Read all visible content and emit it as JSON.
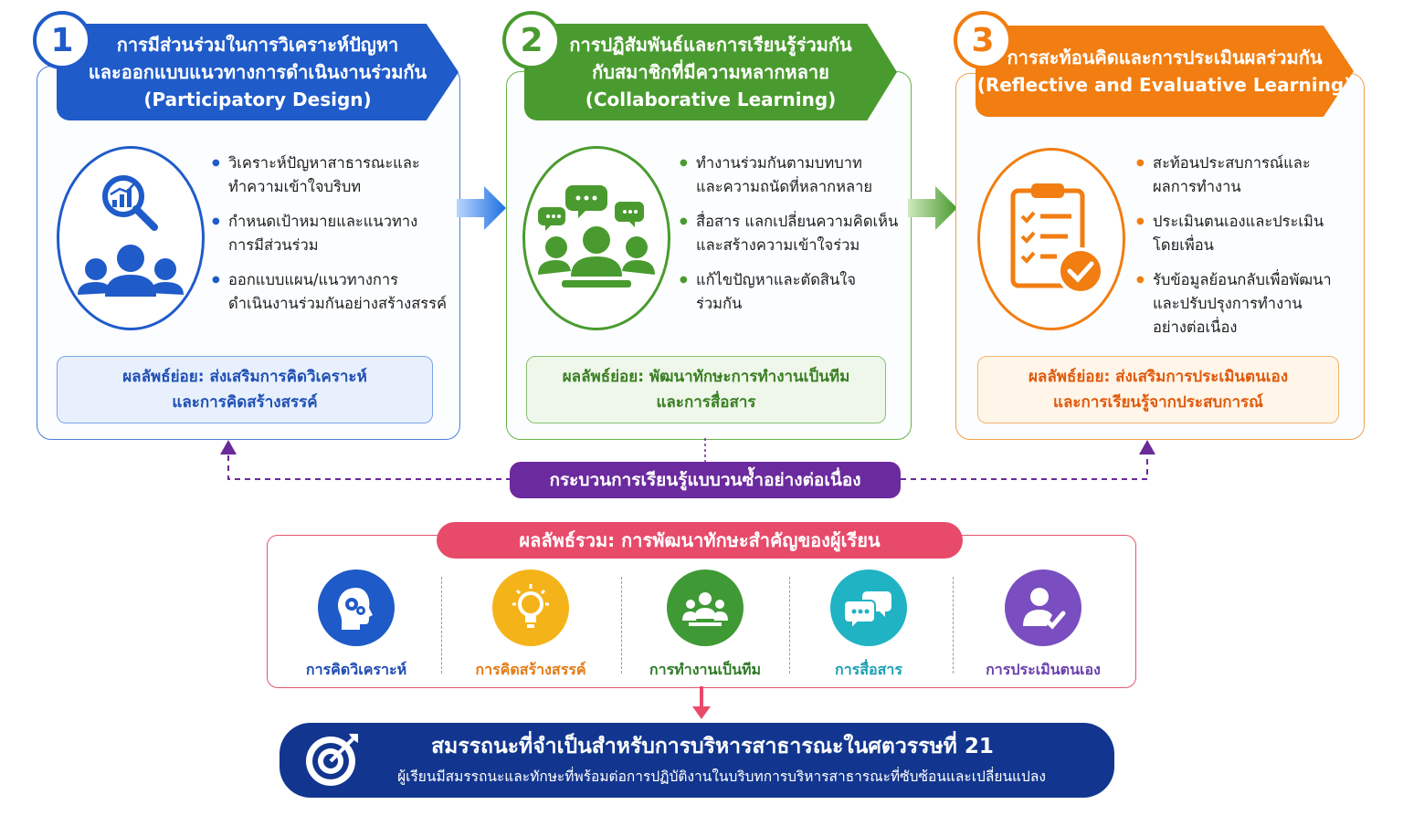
{
  "steps": [
    {
      "number": "1",
      "title_lines": [
        "การมีส่วนร่วมในการวิเคราะห์ปัญหา",
        "และออกแบบแนวทางการดำเนินงานร่วมกัน",
        "(Participatory Design)"
      ],
      "bullets": [
        [
          "วิเคราะห์ปัญหาสาธารณะและ",
          "ทำความเข้าใจบริบท"
        ],
        [
          "กำหนดเป้าหมายและแนวทาง",
          "การมีส่วนร่วม"
        ],
        [
          "ออกแบบแผน/แนวทางการ",
          "ดำเนินงานร่วมกันอย่างสร้างสรรค์"
        ]
      ],
      "outcome_lines": [
        "ผลลัพธ์ย่อย: ส่งเสริมการคิดวิเคราะห์",
        "และการคิดสร้างสรรค์"
      ],
      "icon": "analysis-people-icon",
      "color": "#1e5ac8"
    },
    {
      "number": "2",
      "title_lines": [
        "การปฏิสัมพันธ์และการเรียนรู้ร่วมกัน",
        "กับสมาชิกที่มีความหลากหลาย",
        "(Collaborative Learning)"
      ],
      "bullets": [
        [
          "ทำงานร่วมกันตามบทบาท",
          "และความถนัดที่หลากหลาย"
        ],
        [
          "สื่อสาร แลกเปลี่ยนความคิดเห็น",
          "และสร้างความเข้าใจร่วม"
        ],
        [
          "แก้ไขปัญหาและตัดสินใจ",
          "ร่วมกัน"
        ]
      ],
      "outcome_lines": [
        "ผลลัพธ์ย่อย: พัฒนาทักษะการทำงานเป็นทีม",
        "และการสื่อสาร"
      ],
      "icon": "team-chat-icon",
      "color": "#4a9b2f"
    },
    {
      "number": "3",
      "title_lines": [
        "การสะท้อนคิดและการประเมินผลร่วมกัน",
        "(Reflective and Evaluative Learning)"
      ],
      "bullets": [
        [
          "สะท้อนประสบการณ์และ",
          "ผลการทำงาน"
        ],
        [
          "ประเมินตนเองและประเมิน",
          "โดยเพื่อน"
        ],
        [
          "รับข้อมูลย้อนกลับเพื่อพัฒนา",
          "และปรับปรุงการทำงาน",
          "อย่างต่อเนื่อง"
        ]
      ],
      "outcome_lines": [
        "ผลลัพธ์ย่อย: ส่งเสริมการประเมินตนเอง",
        "และการเรียนรู้จากประสบการณ์"
      ],
      "icon": "checklist-icon",
      "color": "#f07c12"
    }
  ],
  "cycle_label": "กระบวนการเรียนรู้แบบวนซ้ำอย่างต่อเนื่อง",
  "overall": {
    "title": "ผลลัพธ์รวม: การพัฒนาทักษะสำคัญของผู้เรียน",
    "skills": [
      {
        "label": "การคิดวิเคราะห์",
        "icon": "head-gears-icon",
        "color": "#1e5ac8"
      },
      {
        "label": "การคิดสร้างสรรค์",
        "icon": "lightbulb-icon",
        "color": "#f5b31a"
      },
      {
        "label": "การทำงานเป็นทีม",
        "icon": "team-icon",
        "color": "#3f9a35"
      },
      {
        "label": "การสื่อสาร",
        "icon": "speech-bubbles-icon",
        "color": "#1fb3c4"
      },
      {
        "label": "การประเมินตนเอง",
        "icon": "person-check-icon",
        "color": "#7a4ec0"
      }
    ]
  },
  "final": {
    "title": "สมรรถนะที่จำเป็นสำหรับการบริหารสาธารณะในศตวรรษที่ 21",
    "subtitle": "ผู้เรียนมีสมรรถนะและทักษะที่พร้อมต่อการปฏิบัติงานในบริบทการบริหารสาธารณะที่ซับซ้อนและเปลี่ยนแปลง",
    "icon": "target-icon"
  }
}
